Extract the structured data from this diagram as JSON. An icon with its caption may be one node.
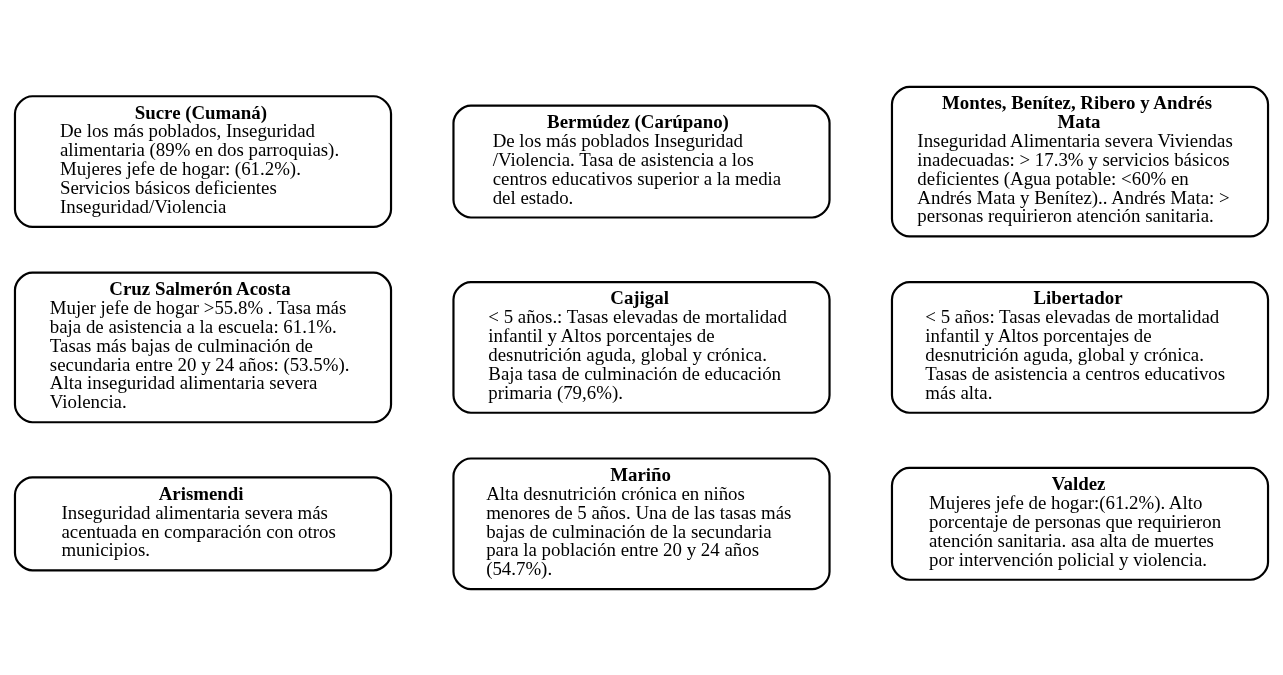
{
  "diagram": {
    "nodes": [
      {
        "text": [
          "Sucre (Cumaná)",
          "De los más poblados, Inseguridad alimentaria (89% en dos parroquias). Mujeres jefe de hogar: (61.2%). Servicios básicos deficientes Inseguridad/Violencia"
        ]
      },
      {
        "text": [
          "Bermúdez (Carúpano)",
          "De los más poblados Inseguridad /Violencia. Tasa de asistencia a los centros educativos superior a la media del estado."
        ]
      },
      {
        "text": [
          "Montes, Benítez, Ribero y Andrés Mata",
          "Inseguridad Alimentaria severa Viviendas inadecuadas: > 17.3% y servicios básicos deficientes (Agua potable: <60% en Andrés Mata y Benítez).. Andrés Mata: > personas requirieron atención sanitaria."
        ]
      },
      {
        "text": [
          "Cruz Salmerón Acosta",
          "Mujer jefe de hogar >55.8% . Tasa más baja de asistencia a la escuela: 61.1%. Tasas más bajas de culminación de secundaria entre 20 y 24 años: (53.5%). Alta inseguridad alimentaria severa Violencia."
        ]
      },
      {
        "text": [
          "Cajigal",
          "< 5 años.: Tasas elevadas de mortalidad infantil y Altos porcentajes de desnutrición aguda, global y crónica. Baja tasa de culminación de educación primaria (79,6%)."
        ]
      },
      {
        "text": [
          "Libertador",
          "< 5 años: Tasas elevadas de mortalidad infantil y Altos porcentajes de desnutrición aguda, global y crónica. Tasas de asistencia a centros educativos más alta."
        ]
      },
      {
        "text": [
          "Arismendi",
          "Inseguridad alimentaria severa más acentuada en comparación con otros municipios."
        ]
      },
      {
        "text": [
          "Mariño",
          "Alta desnutrición crónica en niños menores de 5 años. Una de las tasas más bajas de culminación de la secundaria para la población entre 20 y 24 años (54.7%)."
        ]
      },
      {
        "text": [
          "Valdez",
          "Mujeres jefe de hogar:(61.2%). Alto porcentaje de personas que requirieron atención sanitaria. asa alta de muertes por intervención policial y violencia."
        ]
      }
    ],
    "edges": []
  }
}
